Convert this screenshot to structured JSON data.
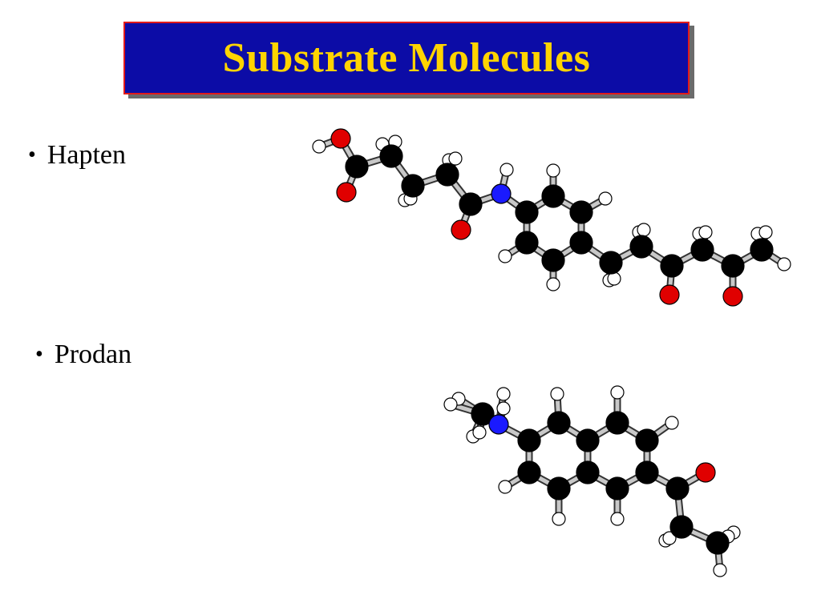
{
  "title": "Substrate Molecules",
  "bullets": [
    {
      "label": "Hapten"
    },
    {
      "label": "Prodan"
    }
  ],
  "colors": {
    "title_bg": "#0c0ca6",
    "title_text": "#ffd400",
    "title_border": "#e21b1b",
    "carbon": "#000000",
    "oxygen": "#e00000",
    "nitrogen": "#1a1aff",
    "hydrogen": "#ffffff"
  }
}
